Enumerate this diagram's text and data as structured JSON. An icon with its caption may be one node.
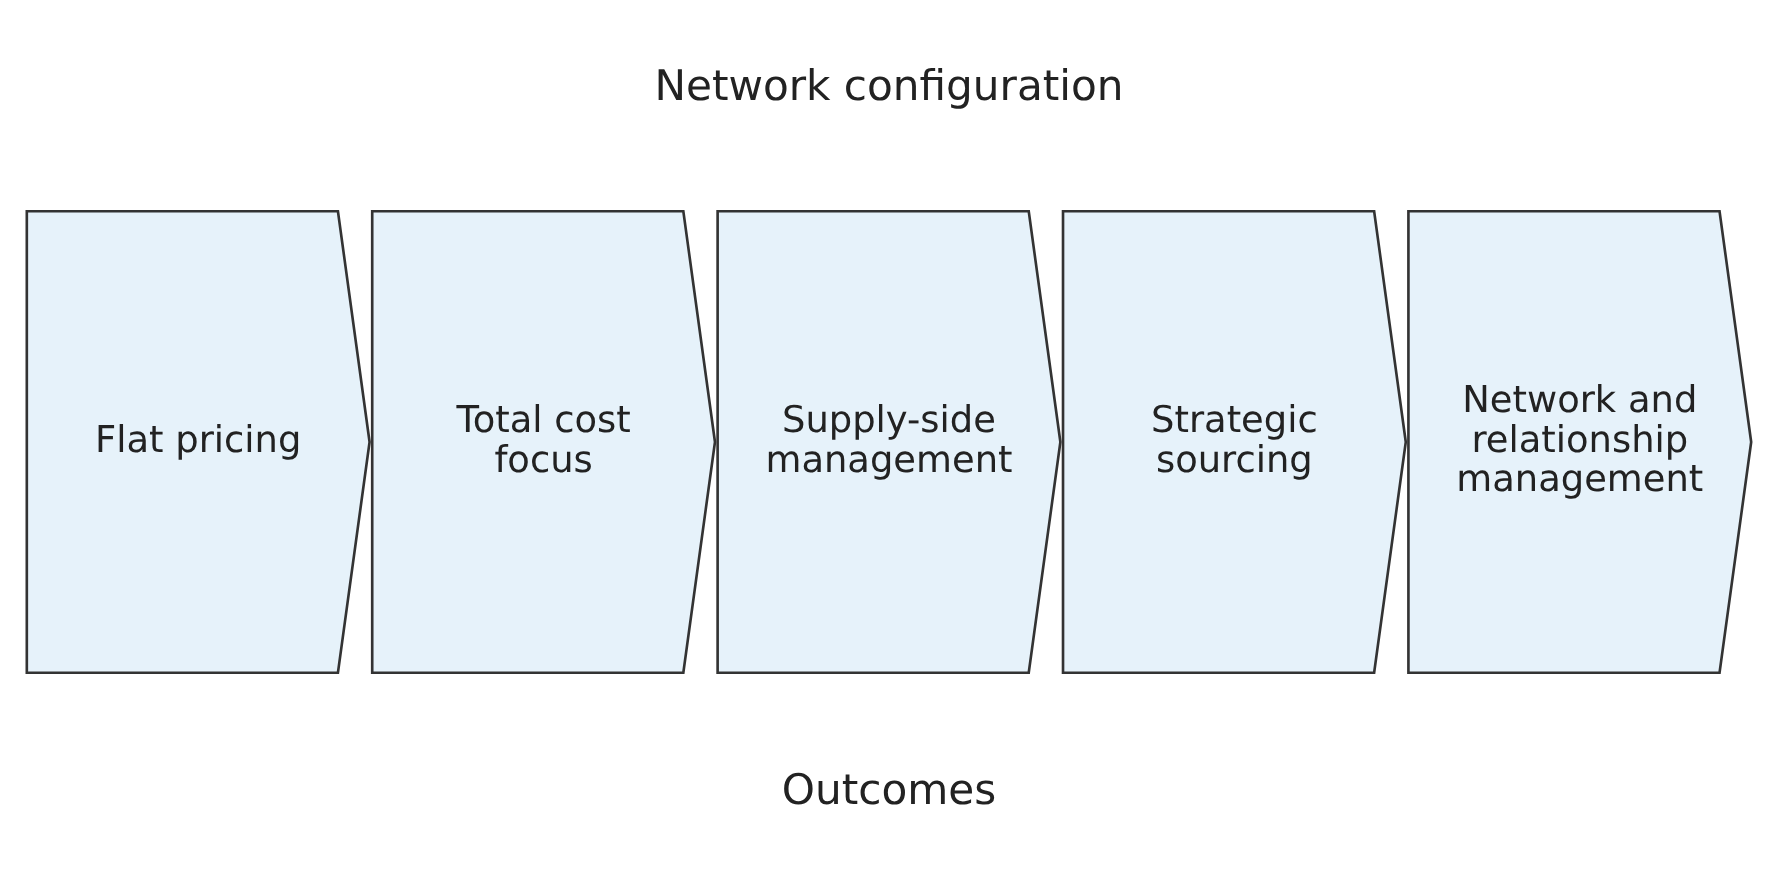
{
  "diagram": {
    "nodes": [
      {
        "text": [
          "Flat pricing"
        ]
      },
      {
        "text": [
          "Total cost focus"
        ]
      },
      {
        "text": [
          "Supply-side management"
        ]
      },
      {
        "text": [
          "Strategic sourcing"
        ]
      },
      {
        "text": [
          "Network and relationship management"
        ]
      }
    ],
    "labels": [
      "Network configuration",
      "Outcomes"
    ]
  }
}
